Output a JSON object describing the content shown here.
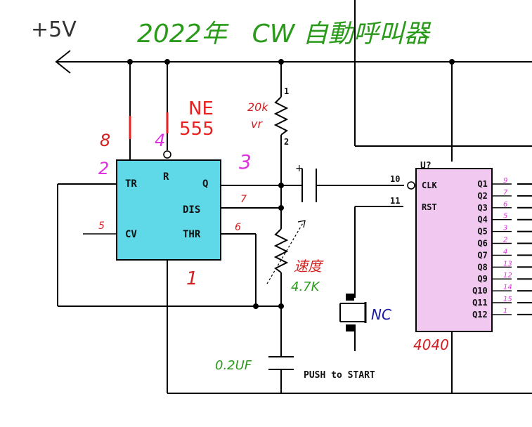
{
  "supply_label": "+5V",
  "title": "2022年　CW 自動呼叫器",
  "ne555": {
    "name_line1": "NE",
    "name_line2": "555",
    "pin_tr": "TR",
    "pin_r": "R",
    "pin_q": "Q",
    "pin_dis": "DIS",
    "pin_cv": "CV",
    "pin_thr": "THR",
    "num_8": "8",
    "num_4": "4",
    "num_2": "2",
    "num_3": "3",
    "num_7": "7",
    "num_6": "6",
    "num_5": "5",
    "num_1": "1"
  },
  "resistor": {
    "value": "20k",
    "type": "vr",
    "pin1": "1",
    "pin2": "2"
  },
  "vr_speed": {
    "label": "速度",
    "value": "4.7K"
  },
  "cap_coupling": {
    "polarity": "+"
  },
  "cap_timing": {
    "value": "0.2UF"
  },
  "pushbutton": {
    "label": "NC",
    "caption": "PUSH to START"
  },
  "counter": {
    "ref": "U?",
    "part": "4040",
    "pin_clk": "CLK",
    "pin_rst": "RST",
    "num_clk": "10",
    "num_rst": "11",
    "outputs": [
      "Q1",
      "Q2",
      "Q3",
      "Q4",
      "Q5",
      "Q6",
      "Q7",
      "Q8",
      "Q9",
      "Q10",
      "Q11",
      "Q12"
    ],
    "output_pins": [
      "9",
      "7",
      "6",
      "5",
      "3",
      "2",
      "4",
      "13",
      "12",
      "14",
      "15",
      "1"
    ]
  }
}
